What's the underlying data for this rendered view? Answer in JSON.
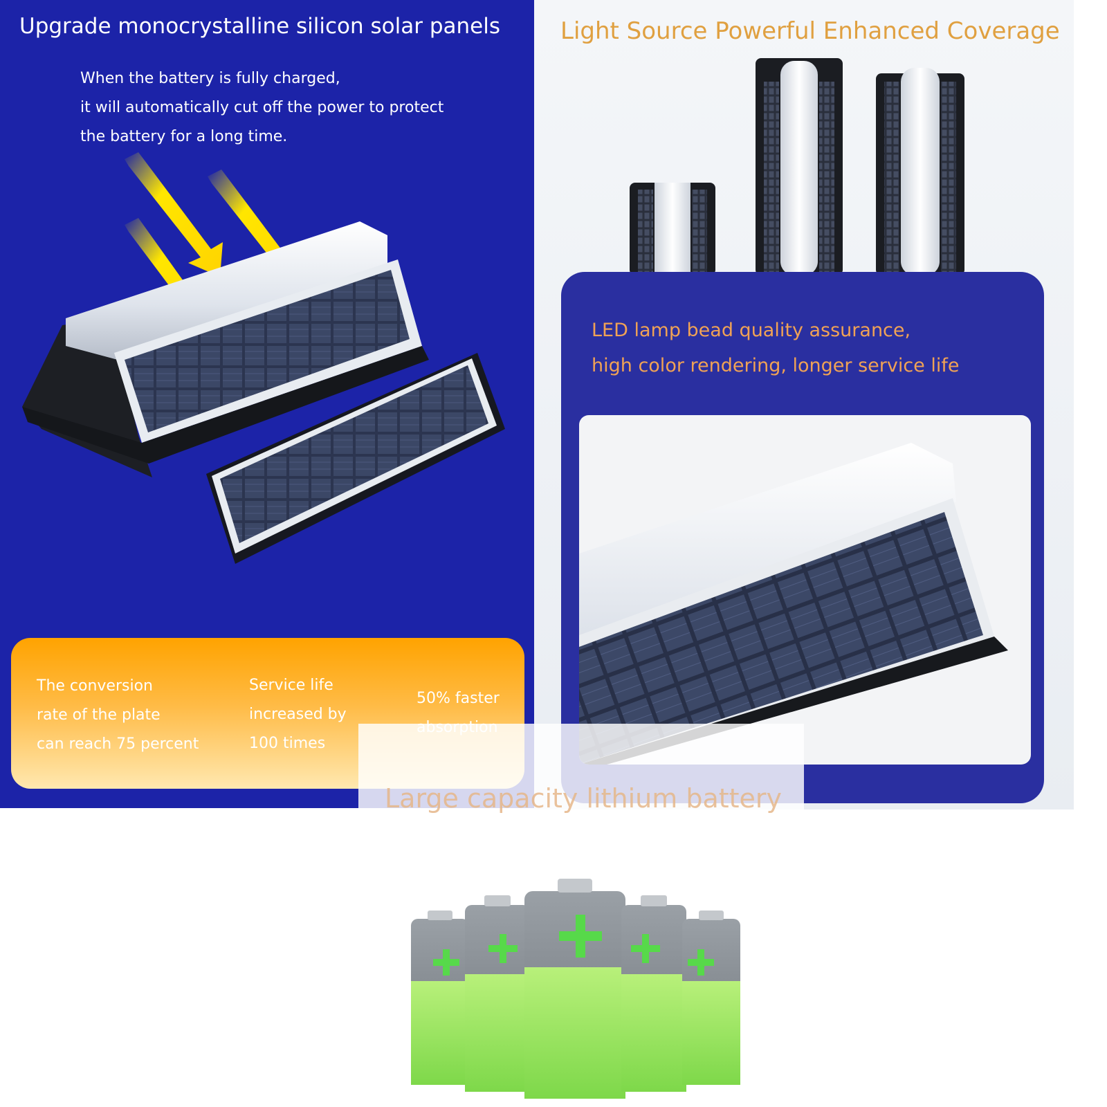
{
  "left": {
    "title": "Upgrade monocrystalline silicon solar panels",
    "description": [
      "When the battery is fully charged,",
      "it will automatically cut off the power to protect",
      "the battery for a long time."
    ],
    "stats": [
      {
        "lines": [
          "The conversion",
          "rate of the plate",
          "can reach 75 percent"
        ]
      },
      {
        "lines": [
          "Service life",
          "increased by",
          "100 times"
        ]
      },
      {
        "lines": [
          "50% faster",
          "absorption"
        ]
      }
    ]
  },
  "right": {
    "title": "Light Source Powerful Enhanced Coverage",
    "led_text": [
      "LED lamp bead quality assurance,",
      "high color rendering, longer service life"
    ]
  },
  "battery": {
    "title": "Large capacity lithium battery"
  },
  "colors": {
    "left_bg": "#1c23a8",
    "inner_bg": "#2a2fa0",
    "accent_orange": "#f0a255",
    "battery_green": "#8fe05a"
  }
}
